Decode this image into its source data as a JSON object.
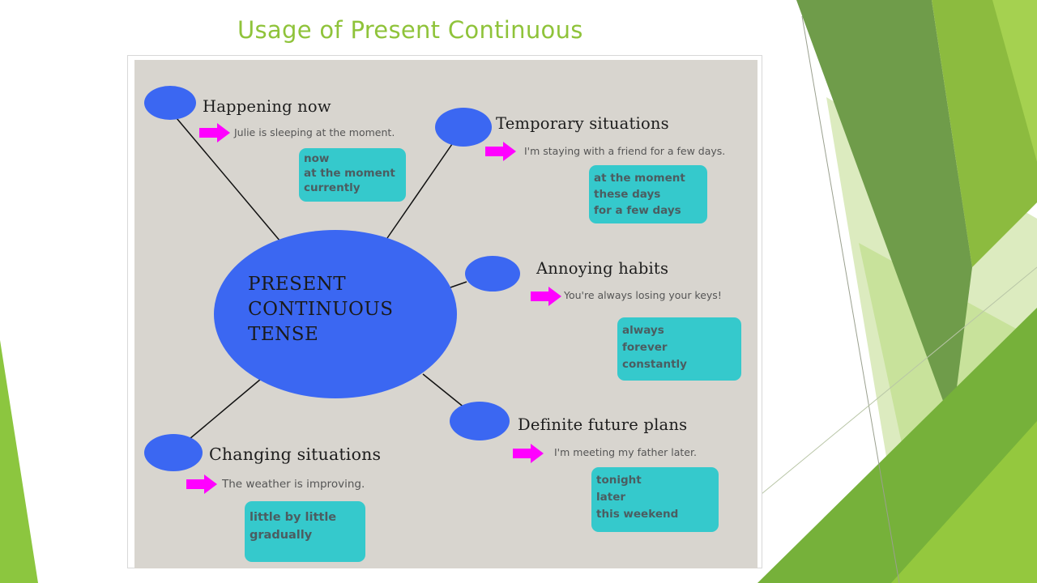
{
  "slide": {
    "title": "Usage of Present Continuous",
    "accent_color": "#8fc33a"
  },
  "diagram": {
    "center": [
      "PRESENT",
      "CONTINUOUS",
      "TENSE"
    ],
    "circle_color": "#3b67f2",
    "arrow_color": "#ff00ff",
    "keyword_box_color": "#35c9cc",
    "usages": [
      {
        "heading": "Happening now",
        "example": "Julie is sleeping at the moment.",
        "keywords": [
          "now",
          "at the moment",
          "currently"
        ]
      },
      {
        "heading": "Temporary  situations",
        "example": "I'm staying with a friend for a few days.",
        "keywords": [
          "at the moment",
          "these days",
          "for a few days"
        ]
      },
      {
        "heading": "Annoying habits",
        "example": "You're always losing your keys!",
        "keywords": [
          "always",
          "forever",
          "constantly"
        ]
      },
      {
        "heading": "Definite future plans",
        "example": "I'm meeting my father later.",
        "keywords": [
          "tonight",
          "later",
          "this weekend"
        ]
      },
      {
        "heading": "Changing situations",
        "example": "The weather is improving.",
        "keywords": [
          "little by little",
          "gradually"
        ]
      }
    ]
  }
}
